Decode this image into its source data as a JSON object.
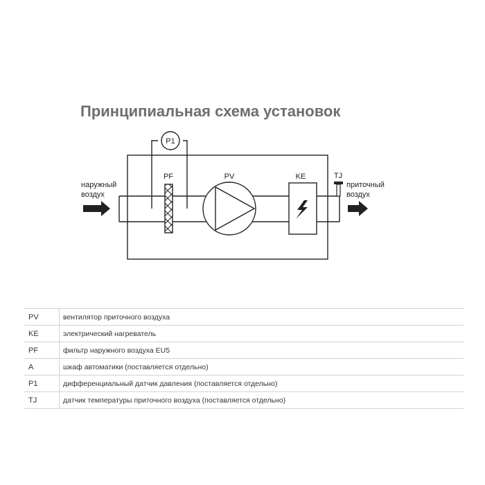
{
  "title": "Принципиальная схема установок",
  "diagram": {
    "inlet_label": [
      "наружный",
      "воздух"
    ],
    "outlet_label": [
      "приточный",
      "воздух"
    ],
    "components": {
      "p1": "P1",
      "pf": "PF",
      "pv": "PV",
      "ke": "KE",
      "tj": "TJ"
    }
  },
  "legend": {
    "rows": [
      {
        "code": "PV",
        "desc": "вентилятор приточного воздуха"
      },
      {
        "code": "KE",
        "desc": "электрический нагреватель"
      },
      {
        "code": "PF",
        "desc": "фильтр наружного воздуха EU5"
      },
      {
        "code": "A",
        "desc": "шкаф автоматики (поставляется отдельно)"
      },
      {
        "code": "P1",
        "desc": "дифференциальный датчик давления (поставляется отдельно)"
      },
      {
        "code": "TJ",
        "desc": "датчик температуры приточного воздуха (поставляется отдельно)"
      }
    ]
  },
  "colors": {
    "line": "#222222",
    "title": "#6e6e6e",
    "table_border": "#d2d2d2"
  }
}
